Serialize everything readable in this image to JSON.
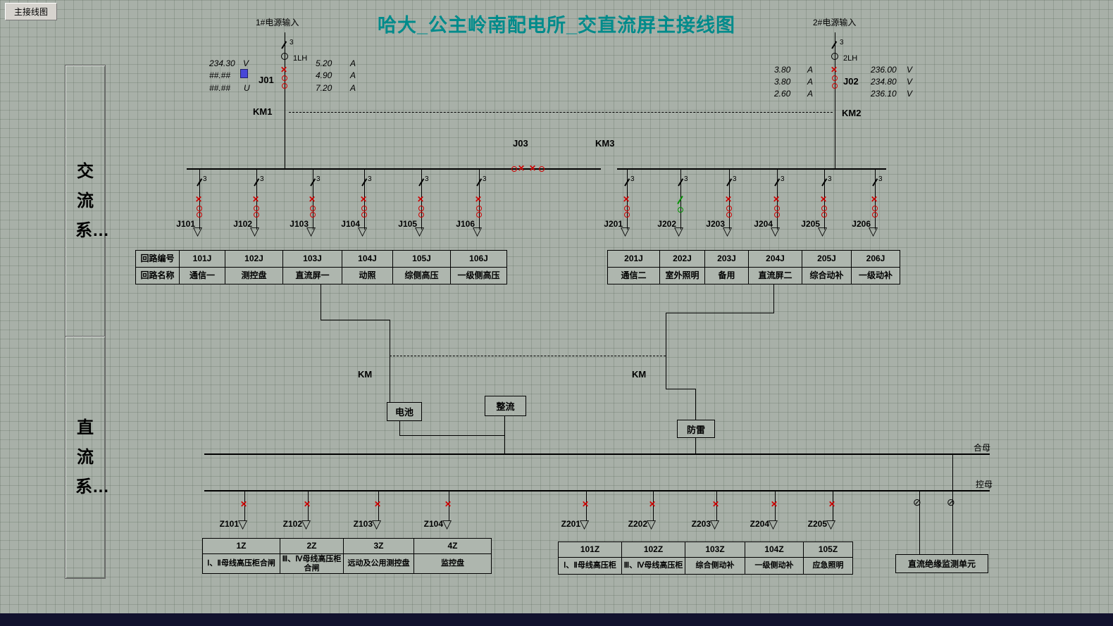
{
  "tab": {
    "label": "主接线图"
  },
  "title": "哈大_公主岭南配电所_交直流屏主接线图",
  "side": {
    "ac": "交流系…",
    "dc": "直流系…"
  },
  "phase_mark": "3",
  "icons": {
    "breaker_open": "✕",
    "load_arrow": "▽",
    "fuse": "⊘"
  },
  "source1": {
    "label": "1#电源输入",
    "fuse": "1LH",
    "breaker": "J01",
    "contactor": "KM1",
    "left_col": [
      {
        "v": "234.30",
        "u": "V"
      },
      {
        "v": "##.##",
        "u": ""
      },
      {
        "v": "##.##",
        "u": "U"
      }
    ],
    "right_col": [
      {
        "v": "5.20",
        "u": "A"
      },
      {
        "v": "4.90",
        "u": "A"
      },
      {
        "v": "7.20",
        "u": "A"
      }
    ]
  },
  "source2": {
    "label": "2#电源输入",
    "fuse": "2LH",
    "breaker": "J02",
    "contactor": "KM2",
    "left_col": [
      {
        "v": "3.80",
        "u": "A"
      },
      {
        "v": "3.80",
        "u": "A"
      },
      {
        "v": "2.60",
        "u": "A"
      }
    ],
    "right_col": [
      {
        "v": "236.00",
        "u": "V"
      },
      {
        "v": "234.80",
        "u": "V"
      },
      {
        "v": "236.10",
        "u": "V"
      }
    ]
  },
  "tie": {
    "switch": "J03",
    "contactor": "KM3"
  },
  "ac_table_headers": {
    "row1": "回路编号",
    "row2": "回路名称"
  },
  "ac_left": [
    {
      "tag": "J101",
      "code": "101J",
      "name": "通信一"
    },
    {
      "tag": "J102",
      "code": "102J",
      "name": "测控盘"
    },
    {
      "tag": "J103",
      "code": "103J",
      "name": "直流屏一"
    },
    {
      "tag": "J104",
      "code": "104J",
      "name": "动照"
    },
    {
      "tag": "J105",
      "code": "105J",
      "name": "综侧高压"
    },
    {
      "tag": "J106",
      "code": "106J",
      "name": "一级侧高压"
    }
  ],
  "ac_right": [
    {
      "tag": "J201",
      "code": "201J",
      "name": "通信二"
    },
    {
      "tag": "J202",
      "code": "202J",
      "name": "室外照明"
    },
    {
      "tag": "J203",
      "code": "203J",
      "name": "备用"
    },
    {
      "tag": "J204",
      "code": "204J",
      "name": "直流屏二"
    },
    {
      "tag": "J205",
      "code": "205J",
      "name": "综合动补"
    },
    {
      "tag": "J206",
      "code": "206J",
      "name": "一级动补"
    }
  ],
  "dc_link": {
    "km_left": "KM",
    "km_right": "KM",
    "battery": "电池",
    "rectifier": "整流",
    "arrester": "防雷"
  },
  "bus_labels": {
    "closing": "合母",
    "control": "控母"
  },
  "dc_left": [
    {
      "tag": "Z101",
      "code": "1Z",
      "name": "Ⅰ、Ⅱ母线高压柜合闸"
    },
    {
      "tag": "Z102",
      "code": "2Z",
      "name": "Ⅲ、Ⅳ母线高压柜合闸"
    },
    {
      "tag": "Z103",
      "code": "3Z",
      "name": "远动及公用测控盘"
    },
    {
      "tag": "Z104",
      "code": "4Z",
      "name": "监控盘"
    }
  ],
  "dc_right": [
    {
      "tag": "Z201",
      "code": "101Z",
      "name": "Ⅰ、Ⅱ母线高压柜"
    },
    {
      "tag": "Z202",
      "code": "102Z",
      "name": "Ⅲ、Ⅳ母线高压柜"
    },
    {
      "tag": "Z203",
      "code": "103Z",
      "name": "综合侧动补"
    },
    {
      "tag": "Z204",
      "code": "104Z",
      "name": "一级侧动补"
    },
    {
      "tag": "Z205",
      "code": "105Z",
      "name": "应急照明"
    }
  ],
  "monitor": {
    "label": "直流绝缘监测单元"
  },
  "colors": {
    "background": "#a8b0a8",
    "line": "#000000",
    "title": "#008b8b",
    "open_state": "#cf0000",
    "closed_state": "#009300"
  }
}
